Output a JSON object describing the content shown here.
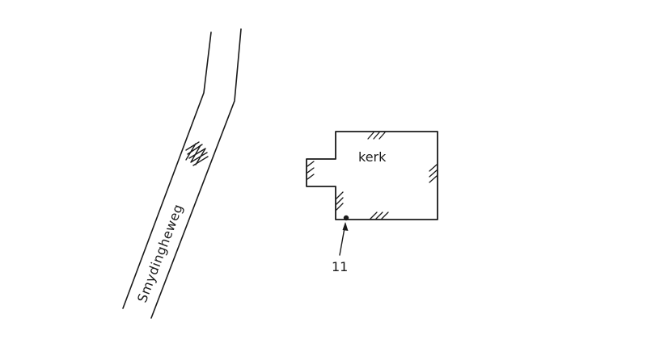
{
  "map": {
    "street_label": "Smydingheweg",
    "building_label": "kerk",
    "point_label": "11"
  }
}
